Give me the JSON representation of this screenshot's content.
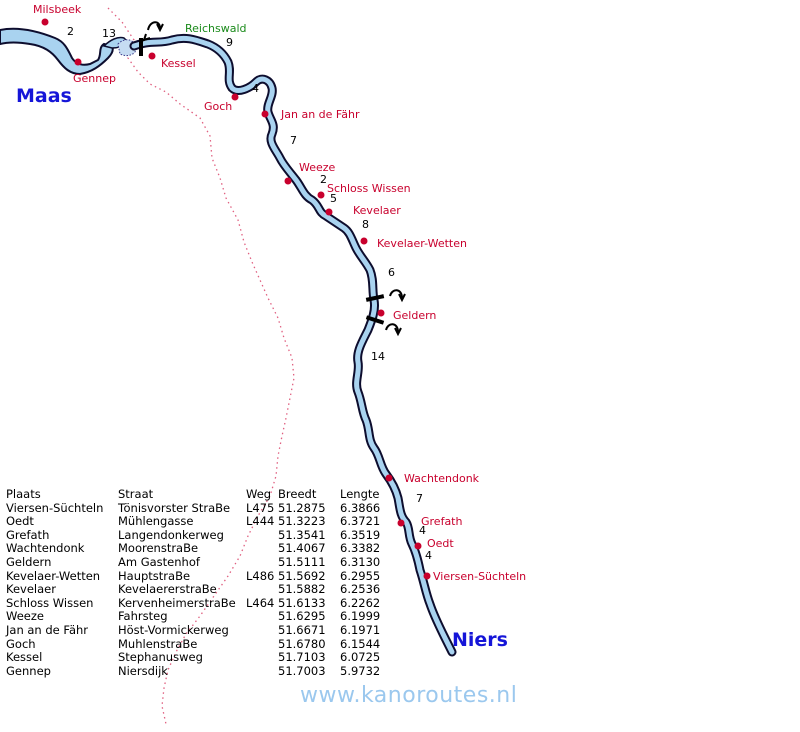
{
  "map": {
    "rivers": {
      "maas": "Maas",
      "niers": "Niers"
    },
    "places": [
      {
        "name": "Milsbeek",
        "style": "red"
      },
      {
        "name": "Gennep",
        "style": "red"
      },
      {
        "name": "Kessel",
        "style": "red"
      },
      {
        "name": "Reichswald",
        "style": "green"
      },
      {
        "name": "Goch",
        "style": "red"
      },
      {
        "name": "Jan an de Fähr",
        "style": "red"
      },
      {
        "name": "Weeze",
        "style": "red"
      },
      {
        "name": "Schloss Wissen",
        "style": "red"
      },
      {
        "name": "Kevelaer",
        "style": "red"
      },
      {
        "name": "Kevelaer-Wetten",
        "style": "red"
      },
      {
        "name": "Geldern",
        "style": "red"
      },
      {
        "name": "Wachtendonk",
        "style": "red"
      },
      {
        "name": "Grefath",
        "style": "red"
      },
      {
        "name": "Oedt",
        "style": "red"
      },
      {
        "name": "Viersen-Süchteln",
        "style": "red"
      }
    ],
    "segment_km": [
      "2",
      "13",
      "9",
      "4",
      "7",
      "2",
      "5",
      "8",
      "6",
      "14",
      "7",
      "4",
      "4"
    ],
    "colors": {
      "river_fill": "#a9d3f0",
      "river_edge": "#0d0d2e",
      "place": "#c8002d",
      "border": "#e06080",
      "label": "#1515d8"
    }
  },
  "table": {
    "headers": {
      "plaats": "Plaats",
      "straat": "Straat",
      "weg": "Weg",
      "breedt": "Breedt",
      "lengte": "Lengte"
    },
    "rows": [
      {
        "plaats": "Viersen-Süchteln",
        "straat": "Tönisvorster StraBe",
        "weg": "L475",
        "breedt": "51.2875",
        "lengte": "6.3866"
      },
      {
        "plaats": "Oedt",
        "straat": "Mühlengasse",
        "weg": "L444",
        "breedt": "51.3223",
        "lengte": "6.3721"
      },
      {
        "plaats": "Grefath",
        "straat": "Langendonkerweg",
        "weg": "",
        "breedt": "51.3541",
        "lengte": "6.3519"
      },
      {
        "plaats": "Wachtendonk",
        "straat": "MoorenstraBe",
        "weg": "",
        "breedt": "51.4067",
        "lengte": "6.3382"
      },
      {
        "plaats": "Geldern",
        "straat": "Am Gastenhof",
        "weg": "",
        "breedt": "51.5111",
        "lengte": "6.3130"
      },
      {
        "plaats": "Kevelaer-Wetten",
        "straat": "HauptstraBe",
        "weg": "L486",
        "breedt": "51.5692",
        "lengte": "6.2955"
      },
      {
        "plaats": "Kevelaer",
        "straat": "KevelaererstraBe",
        "weg": "",
        "breedt": "51.5882",
        "lengte": "6.2536"
      },
      {
        "plaats": "Schloss Wissen",
        "straat": "KervenheimerstraBe",
        "weg": "L464",
        "breedt": "51.6133",
        "lengte": "6.2262"
      },
      {
        "plaats": "Weeze",
        "straat": "Fahrsteg",
        "weg": "",
        "breedt": "51.6295",
        "lengte": "6.1999"
      },
      {
        "plaats": "Jan an de Fähr",
        "straat": "Höst-Vormickerweg",
        "weg": "",
        "breedt": "51.6671",
        "lengte": "6.1971"
      },
      {
        "plaats": "Goch",
        "straat": "MuhlenstraBe",
        "weg": "",
        "breedt": "51.6780",
        "lengte": "6.1544"
      },
      {
        "plaats": "Kessel",
        "straat": "Stephanusweg",
        "weg": "",
        "breedt": "51.7103",
        "lengte": "6.0725"
      },
      {
        "plaats": "Gennep",
        "straat": "Niersdijk",
        "weg": "",
        "breedt": "51.7003",
        "lengte": "5.9732"
      }
    ]
  },
  "watermark": "www.kanoroutes.nl"
}
